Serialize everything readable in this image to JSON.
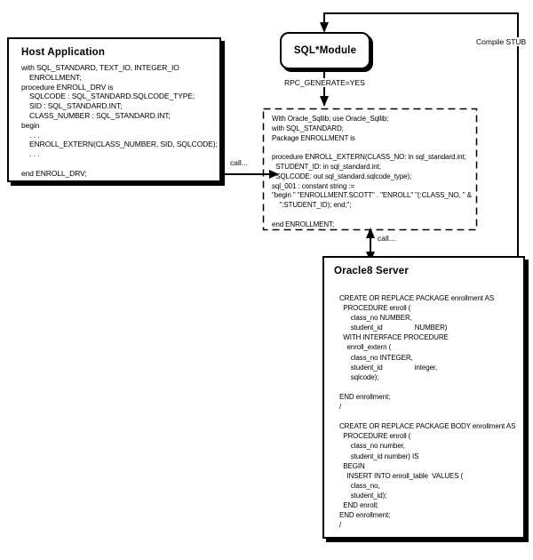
{
  "host_app": {
    "title": "Host Application",
    "code": [
      "with SQL_STANDARD, TEXT_IO, INTEGER_IO",
      "    ENROLLMENT;",
      "procedure ENROLL_DRV is",
      "    SQLCODE : SQL_STANDARD.SQLCODE_TYPE;",
      "    SID : SQL_STANDARD.INT;",
      "    CLASS_NUMBER : SQL_STANDARD.INT;",
      "begin",
      "    . . .",
      "    ENROLL_EXTERN(CLASS_NUMBER, SID, SQLCODE);",
      "    . . .",
      "",
      "end ENROLL_DRV;"
    ]
  },
  "sql_module": {
    "title": "SQL*Module"
  },
  "connectors": {
    "compile_stub_label": "Compile STUB",
    "rpc_generate_label": "RPC_GENERATE=YES",
    "call_label_host_module": "call...",
    "call_label_module_server": "call..."
  },
  "generated_module": {
    "code": [
      "With Oracle_Sqllib; use Oracle_Sqllib;",
      "with SQL_STANDARD;",
      "Package ENROLLMENT is",
      "",
      "procedure ENROLL_EXTERN(CLASS_NO: in sql_standard.int;",
      "  STUDENT_ID: in sql_standard.int;",
      "  SQLCODE: out sql_standard.sqlcode_type);",
      "sql_001 : constant string :=",
      "\"begin \" \"ENROLLMENT.SCOTT\" . \"ENROLL\" \"(:CLASS_NO, \" &",
      "    \":STUDENT_ID); end;\";",
      "",
      "end ENROLLMENT;"
    ]
  },
  "oracle_server": {
    "title": "Oracle8 Server",
    "code": [
      "CREATE OR REPLACE PACKAGE enrollment AS",
      "  PROCEDURE enroll (",
      "      class_no NUMBER,",
      "      student_id                 NUMBER)",
      "  WITH INTERFACE PROCEDURE",
      "    enroll_extern (",
      "      class_no INTEGER,",
      "      student_id                 integer,",
      "      sqlcode);",
      "",
      "END enrollment;",
      "/",
      "",
      "CREATE OR REPLACE PACKAGE BODY enrollment AS",
      "  PROCEDURE enroll (",
      "      class_no number,",
      "      student_id number) IS",
      "  BEGIN",
      "    INSERT INTO enroll_table  VALUES (",
      "      class_no,",
      "      student_id);",
      "  END enroll;",
      "END enrollment;",
      "/"
    ]
  }
}
